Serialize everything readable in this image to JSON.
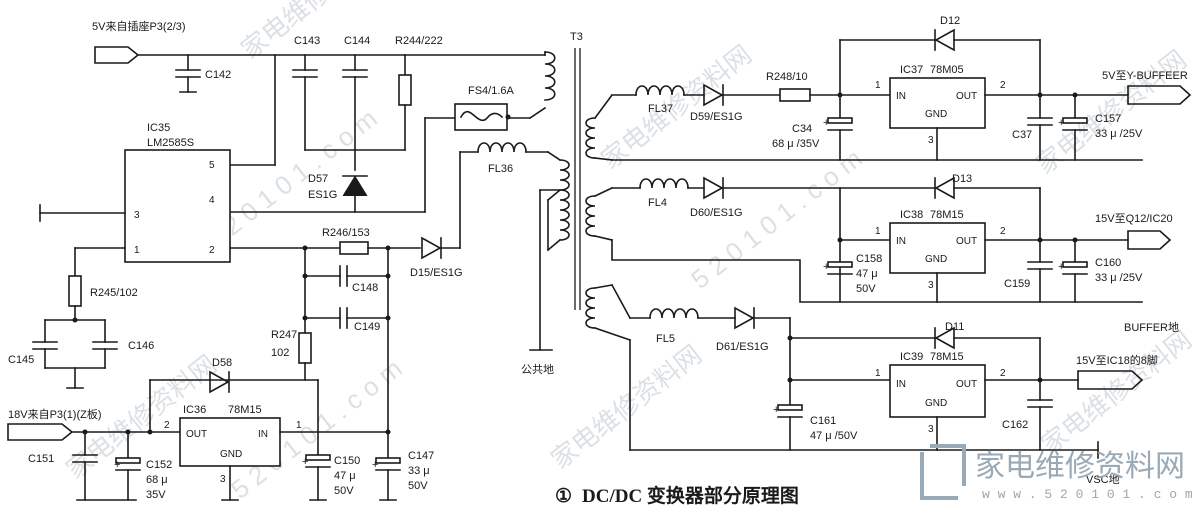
{
  "connectors": {
    "in_5v": "5V来自插座P3(2/3)",
    "in_18v": "18V来自P3(1)(Z板)",
    "out_5v": "5V至Y-BUFFEER",
    "out_15v_q12": "15V至Q12/IC20",
    "out_15v_ic18": "15V至IC18的8脚",
    "buffer_gnd": "BUFFER地",
    "common_gnd": "公共地",
    "vsc_gnd": "VSC地"
  },
  "ics": {
    "ic35": {
      "ref": "IC35",
      "part": "LM2585S",
      "p1": "1",
      "p2": "2",
      "p3": "3",
      "p4": "4",
      "p5": "5"
    },
    "ic36": {
      "ref": "IC36",
      "part": "78M15",
      "out": "OUT",
      "in": "IN",
      "gnd": "GND",
      "p1": "1",
      "p2": "2",
      "p3": "3"
    },
    "ic37": {
      "ref": "IC37",
      "part": "78M05",
      "out": "OUT",
      "in": "IN",
      "gnd": "GND",
      "p1": "1",
      "p2": "2",
      "p3": "3"
    },
    "ic38": {
      "ref": "IC38",
      "part": "78M15",
      "out": "OUT",
      "in": "IN",
      "gnd": "GND",
      "p1": "1",
      "p2": "2",
      "p3": "3"
    },
    "ic39": {
      "ref": "IC39",
      "part": "78M15",
      "out": "OUT",
      "in": "IN",
      "gnd": "GND",
      "p1": "1",
      "p2": "2",
      "p3": "3"
    }
  },
  "parts": {
    "c142": "C142",
    "c143": "C143",
    "c144": "C144",
    "r244": "R244/222",
    "fs4": "FS4/1.6A",
    "t3": "T3",
    "fl36": "FL36",
    "d57a": "D57",
    "d57b": "ES1G",
    "r246": "R246/153",
    "d15": "D15/ES1G",
    "c148": "C148",
    "c149": "C149",
    "r247a": "R247",
    "r247b": "102",
    "r245": "R245/102",
    "c145": "C145",
    "c146": "C146",
    "d58": "D58",
    "c151": "C151",
    "c152a": "C152",
    "c152b": "68 μ",
    "c152c": "35V",
    "c150a": "C150",
    "c150b": "47 μ",
    "c150c": "50V",
    "c147a": "C147",
    "c147b": "33 μ",
    "c147c": "50V",
    "fl37": "FL37",
    "d59": "D59/ES1G",
    "r248": "R248/10",
    "c34a": "C34",
    "c34b": "68 μ /35V",
    "d12": "D12",
    "c37": "C37",
    "c157a": "C157",
    "c157b": "33 μ /25V",
    "fl4": "FL4",
    "d60": "D60/ES1G",
    "d13": "D13",
    "c158a": "C158",
    "c158b": "47 μ",
    "c158c": "50V",
    "c159": "C159",
    "c160a": "C160",
    "c160b": "33 μ /25V",
    "fl5": "FL5",
    "d61": "D61/ES1G",
    "d11": "D11",
    "c161a": "C161",
    "c161b": "47 μ /50V",
    "c162": "C162"
  },
  "caption": {
    "num": "①",
    "text": "DC/DC 变换器部分原理图"
  },
  "watermark": {
    "site": "家电维修资料网",
    "url": "5 2 0 1 0 1 . c o m",
    "logo": "家电维修资料网",
    "logo_url": "w w w . 5 2 0 1 0 1 . c o m"
  },
  "colors": {
    "ink": "#1a1a1a",
    "logo": "#9aa9b6",
    "watermark": "#bfc8cf"
  }
}
